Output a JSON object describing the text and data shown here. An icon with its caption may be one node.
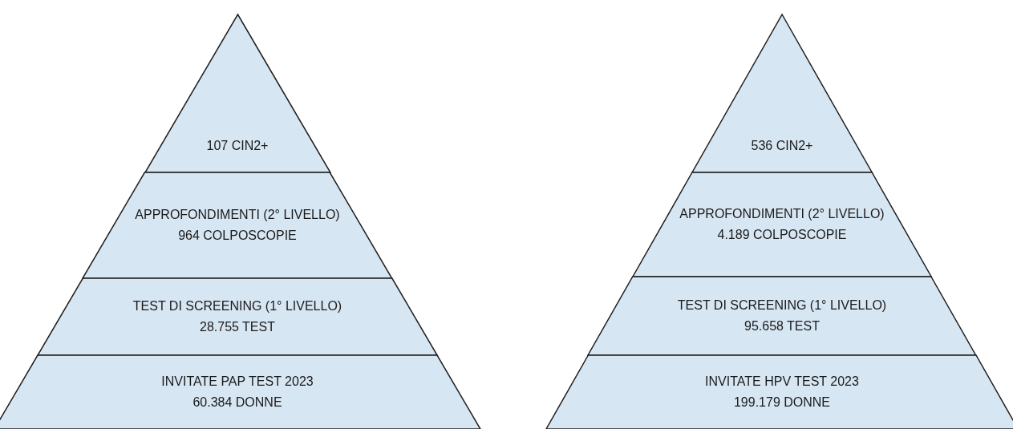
{
  "diagram": {
    "nodes": [
      {
        "text": [
          "107 CIN2+"
        ]
      },
      {
        "text": [
          "APPROFONDIMENTI (2° LIVELLO)",
          "964 COLPOSCOPIE"
        ]
      },
      {
        "text": [
          "TEST DI SCREENING (1° LIVELLO)",
          "28.755 TEST"
        ]
      },
      {
        "text": [
          "INVITATE PAP TEST 2023",
          "60.384 DONNE"
        ]
      },
      {
        "text": [
          "536 CIN2+"
        ]
      },
      {
        "text": [
          "APPROFONDIMENTI (2° LIVELLO)",
          "4.189 COLPOSCOPIE"
        ]
      },
      {
        "text": [
          "TEST DI SCREENING (1° LIVELLO)",
          "95.658 TEST"
        ]
      },
      {
        "text": [
          "INVITATE HPV TEST 2023",
          "199.179 DONNE"
        ]
      }
    ],
    "edges": []
  }
}
